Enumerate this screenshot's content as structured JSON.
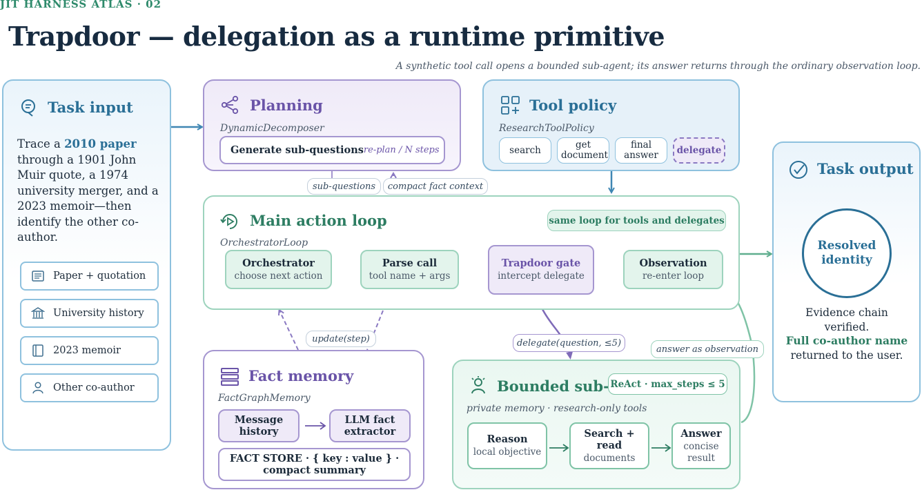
{
  "header": {
    "kicker": "JIT HARNESS ATLAS · 02",
    "title": "Trapdoor — delegation as a runtime primitive",
    "subtitle": "A synthetic tool call opens a bounded sub-agent; its answer returns through the ordinary observation loop."
  },
  "task_input": {
    "title": "Task input",
    "desc_before": "Trace a ",
    "desc_highlight": "2010 paper",
    "desc_after": " through a 1901 John Muir quote, a 1974 university merger, and a 2023 memoir—then identify the other co-author.",
    "sources": [
      {
        "label": "Paper + quotation",
        "icon": "document-icon"
      },
      {
        "label": "University history",
        "icon": "institution-icon"
      },
      {
        "label": "2023 memoir",
        "icon": "book-icon"
      },
      {
        "label": "Other co-author",
        "icon": "person-icon"
      }
    ]
  },
  "planning": {
    "title": "Planning",
    "subtitle": "DynamicDecomposer",
    "box_title": "Generate sub-questions",
    "box_note": "re-plan / N steps"
  },
  "tool_policy": {
    "title": "Tool policy",
    "subtitle": "ResearchToolPolicy",
    "tools": [
      "search",
      "get document",
      "final answer",
      "delegate"
    ]
  },
  "task_output": {
    "title": "Task output",
    "circle_text": "Resolved identity",
    "line1": "Evidence chain verified.",
    "highlight": "Full co-author name",
    "line2": "returned to the user."
  },
  "main_loop": {
    "title": "Main action loop",
    "subtitle": "OrchestratorLoop",
    "badge": "same loop for tools and delegates",
    "steps": [
      {
        "title": "Orchestrator",
        "sub": "choose next action"
      },
      {
        "title": "Parse call",
        "sub": "tool name + args"
      },
      {
        "title": "Trapdoor gate",
        "sub": "intercept delegate"
      },
      {
        "title": "Observation",
        "sub": "re-enter loop"
      }
    ]
  },
  "fact_memory": {
    "title": "Fact memory",
    "subtitle": "FactGraphMemory",
    "message_history": "Message history",
    "extractor": "LLM fact extractor",
    "store_line1": "FACT STORE · { key : value } ·",
    "store_line2": "compact summary"
  },
  "sub_agent": {
    "title": "Bounded sub-agent",
    "subtitle": "private memory · research-only tools",
    "badge": "ReAct · max_steps ≤ 5",
    "steps": [
      {
        "title": "Reason",
        "sub": "local objective"
      },
      {
        "title": "Search + read",
        "sub": "documents"
      },
      {
        "title": "Answer",
        "sub": "concise result"
      }
    ]
  },
  "edge_labels": {
    "sub_questions": "sub-questions",
    "compact_fact_context": "compact fact context",
    "update_step": "update(step)",
    "delegate_call": "delegate(question, ≤5)",
    "answer_as_observation": "answer as observation"
  },
  "colors": {
    "blue": "#2a6f96",
    "purple": "#6a54a8",
    "green": "#2d7d62",
    "navy": "#172b40"
  }
}
